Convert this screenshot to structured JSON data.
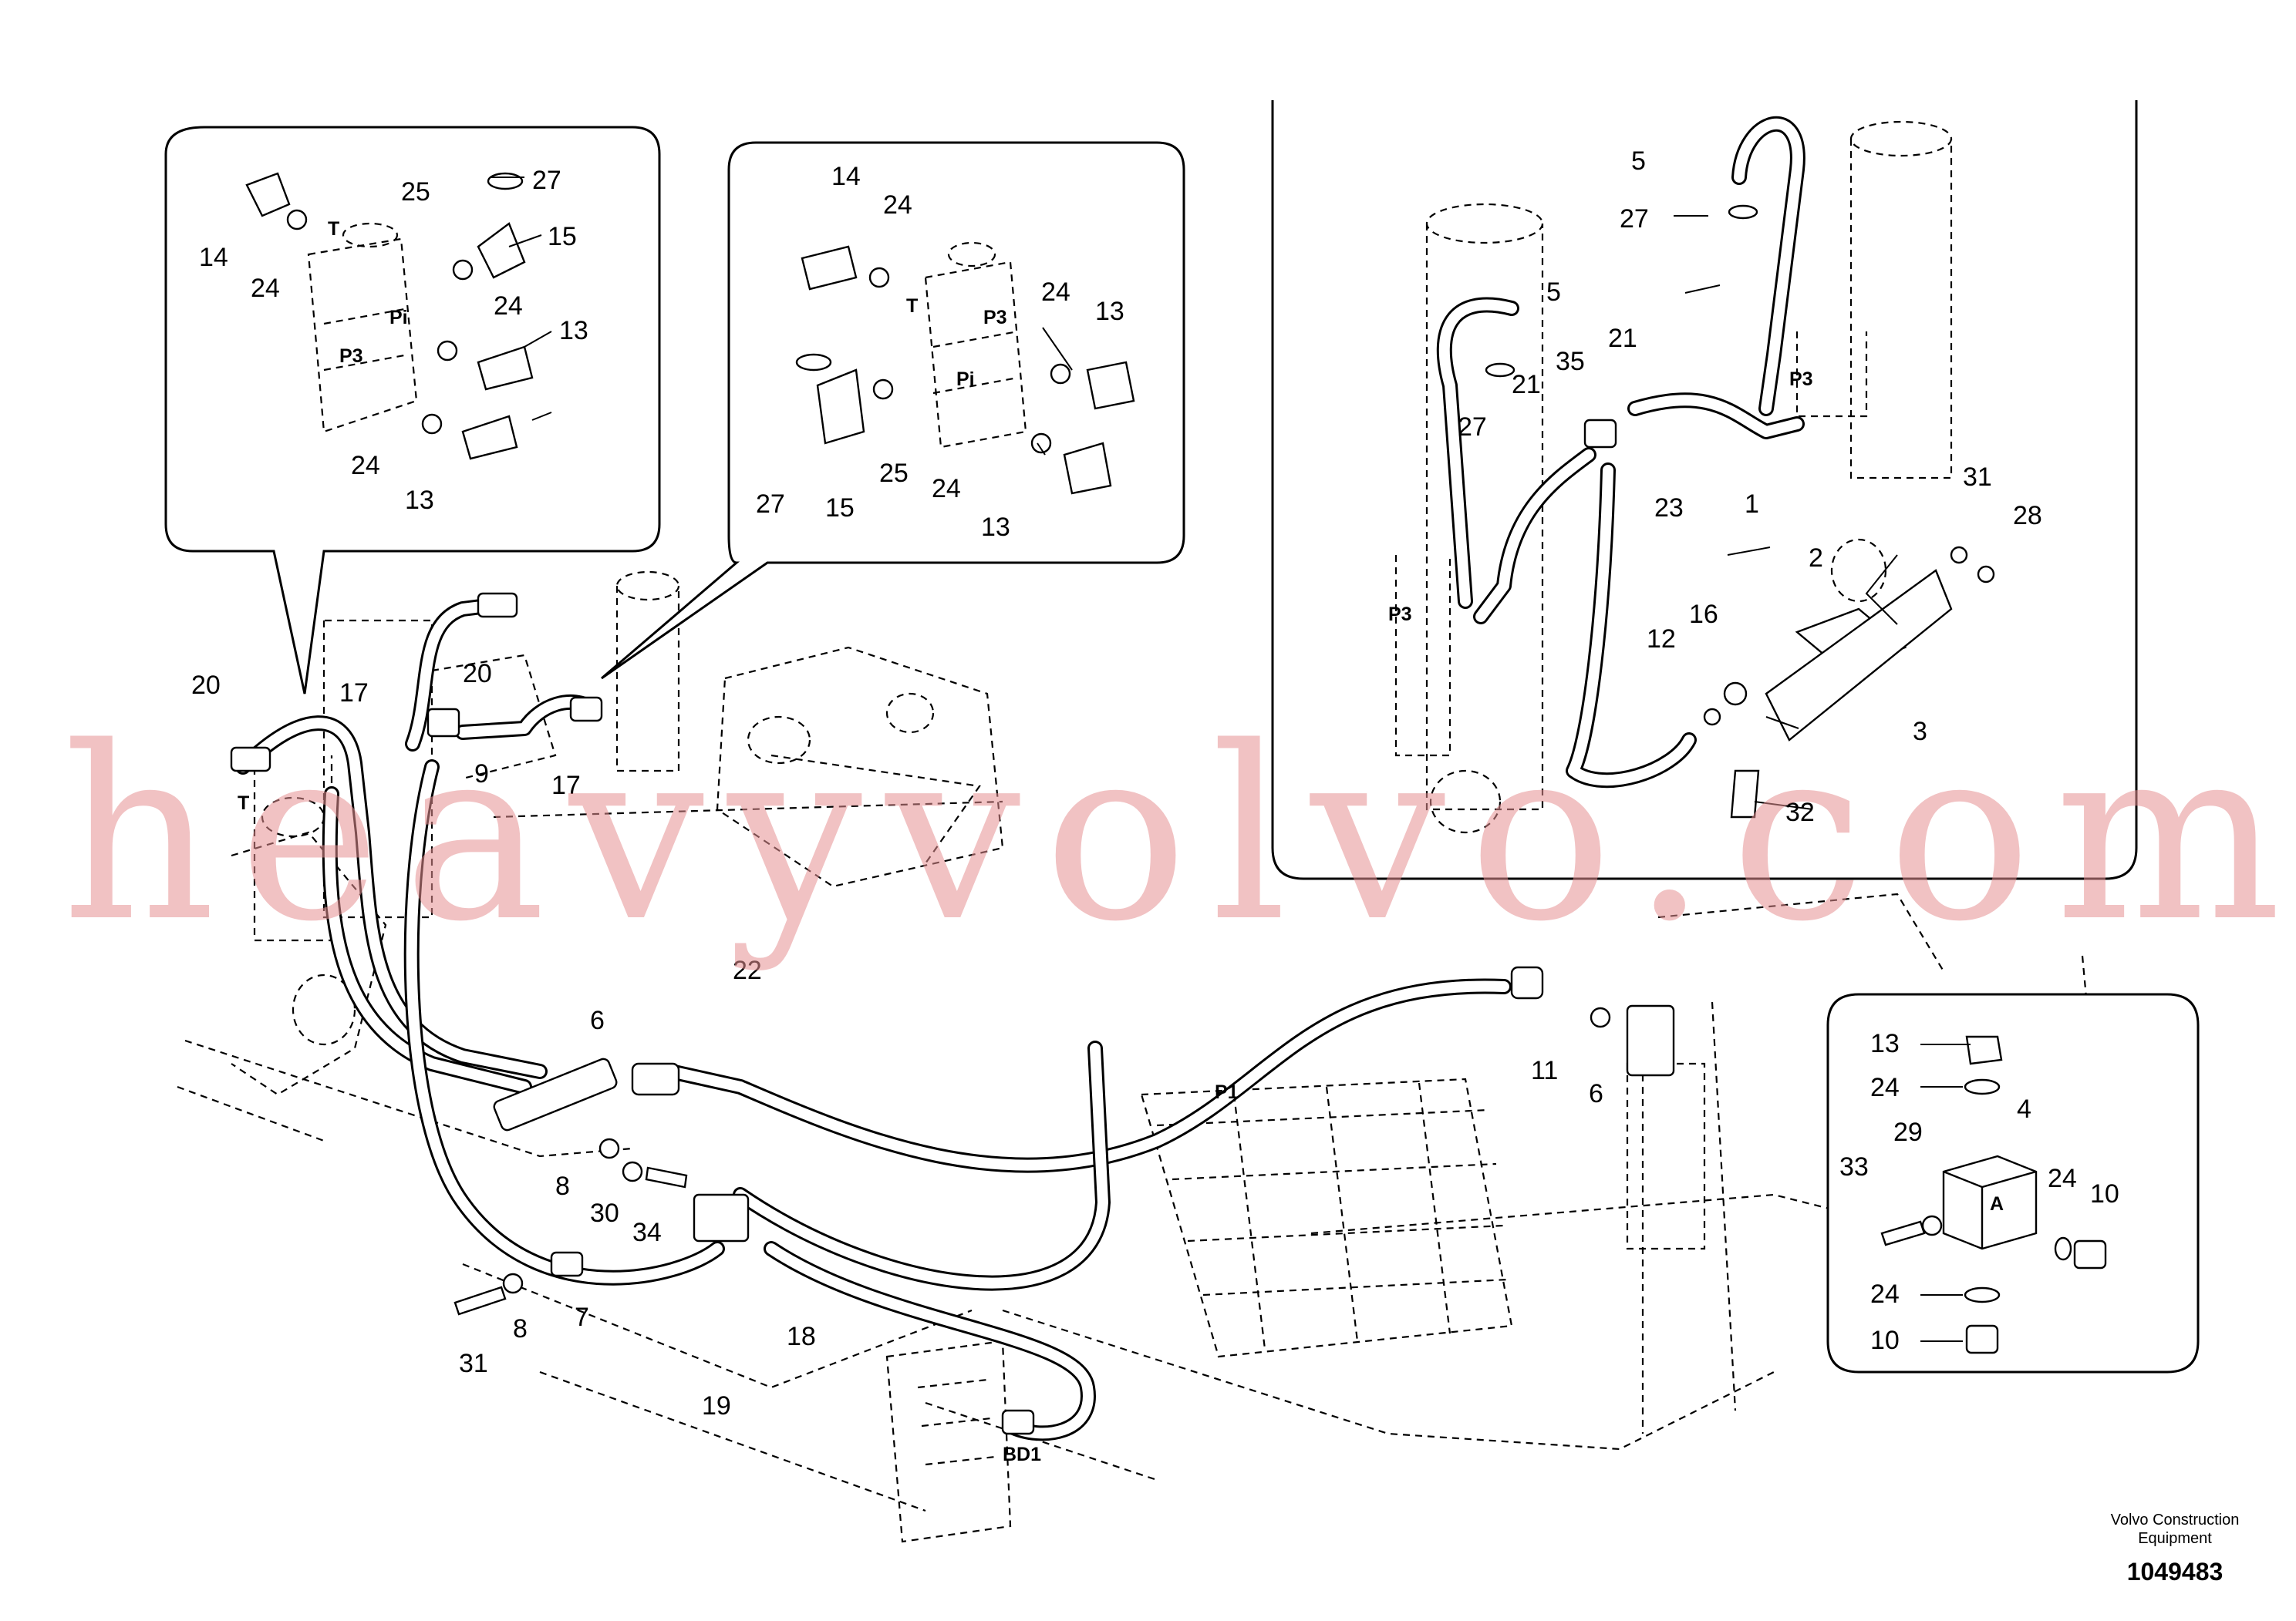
{
  "drawing": {
    "company_line1": "Volvo Construction",
    "company_line2": "Equipment",
    "document_number": "1049483",
    "watermark": "heavyvolvo.com"
  },
  "port_labels": {
    "t": "T",
    "pi": "Pi",
    "p3": "P3",
    "p1": "P1",
    "bd1": "BD1",
    "a": "A"
  },
  "callouts": {
    "c1": "1",
    "c2": "2",
    "c3": "3",
    "c4": "4",
    "c5": "5",
    "c6": "6",
    "c7": "7",
    "c8": "8",
    "c9": "9",
    "c10": "10",
    "c11": "11",
    "c12": "12",
    "c13": "13",
    "c14": "14",
    "c15": "15",
    "c16": "16",
    "c17": "17",
    "c18": "18",
    "c19": "19",
    "c20": "20",
    "c21": "21",
    "c22": "22",
    "c23": "23",
    "c24": "24",
    "c25": "25",
    "c27": "27",
    "c28": "28",
    "c29": "29",
    "c30": "30",
    "c31": "31",
    "c32": "32",
    "c33": "33",
    "c34": "34",
    "c35": "35"
  }
}
